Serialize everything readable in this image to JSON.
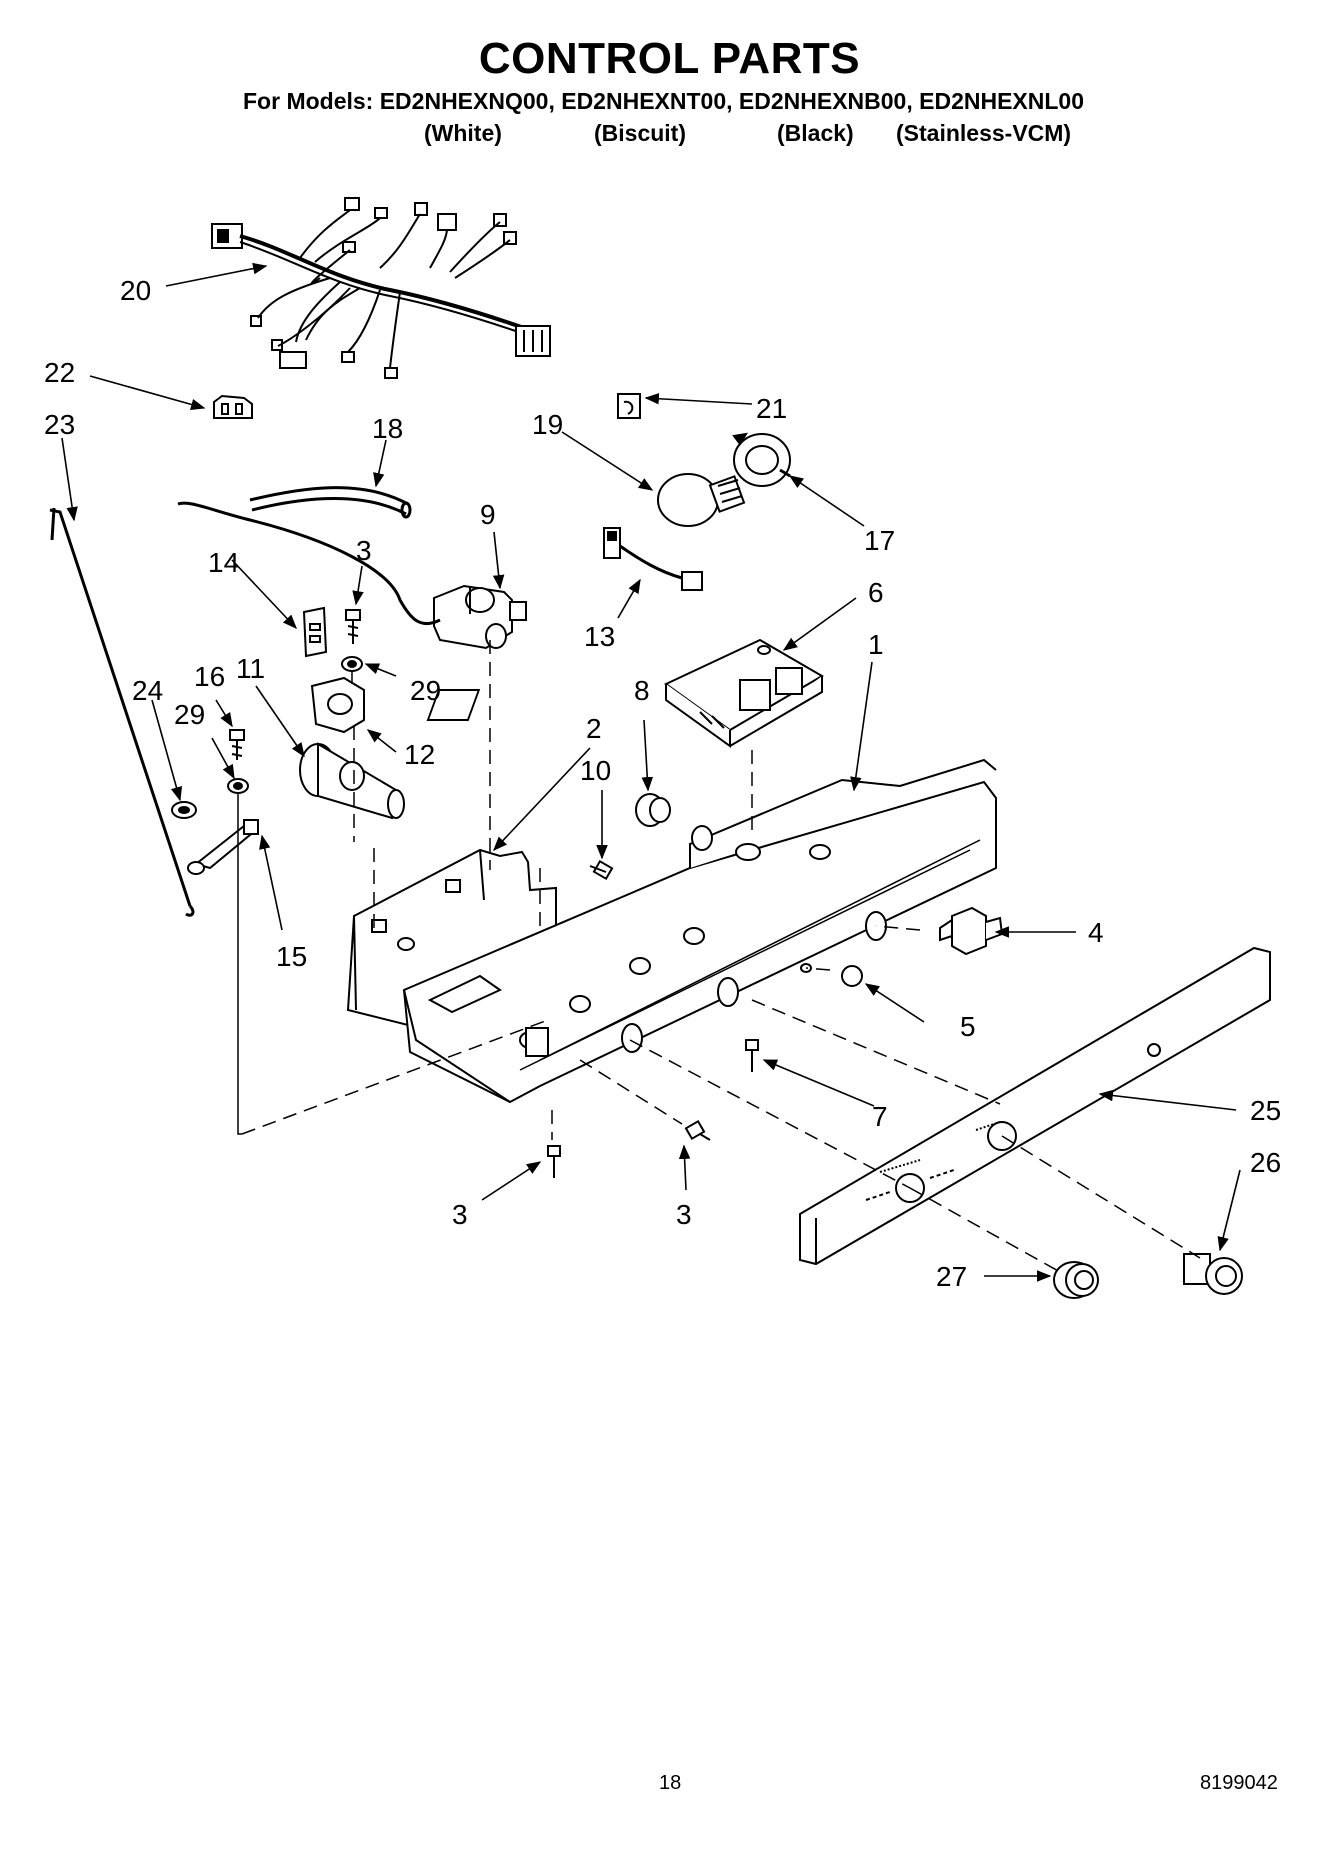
{
  "header": {
    "title": "CONTROL PARTS",
    "models_line": "For Models: ED2NHEXNQ00, ED2NHEXNT00, ED2NHEXNB00, ED2NHEXNL00",
    "colors": [
      "(White)",
      "(Biscuit)",
      "(Black)",
      "(Stainless-VCM)"
    ]
  },
  "callouts": {
    "c20": "20",
    "c22": "22",
    "c21": "21",
    "c23": "23",
    "c18": "18",
    "c19": "19",
    "c17": "17",
    "c9": "9",
    "c14": "14",
    "c3a": "3",
    "c13": "13",
    "c6": "6",
    "c29a": "29",
    "c1": "1",
    "c24": "24",
    "c16": "16",
    "c11": "11",
    "c29b": "29",
    "c8": "8",
    "c12": "12",
    "c2": "2",
    "c10": "10",
    "c4": "4",
    "c15": "15",
    "c5": "5",
    "c7": "7",
    "c25": "25",
    "c26": "26",
    "c3b": "3",
    "c3c": "3",
    "c27": "27"
  },
  "footer": {
    "page_number": "18",
    "doc_number": "8199042"
  }
}
